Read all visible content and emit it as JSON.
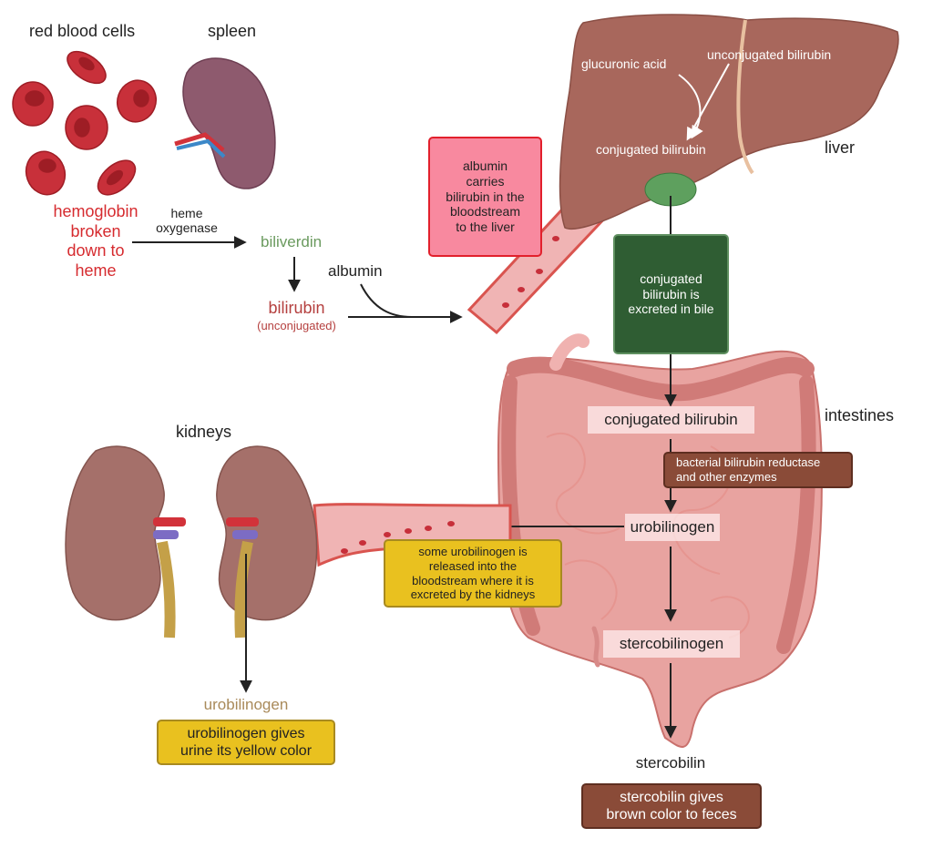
{
  "title": "Bilirubin metabolism pathway",
  "colors": {
    "hemoglobin_red": "#d62b2f",
    "biliverdin_green": "#6a9a5e",
    "bilirubin_red": "#b5403f",
    "urobilinogen_gold": "#a98a5a",
    "albumin_box_fill": "#f8899f",
    "albumin_box_border": "#e2202c",
    "bile_box_fill": "#2f5d33",
    "enzyme_box_fill": "#8a4b38",
    "yellow_box_fill": "#e9c11f",
    "liver": "#a8675c",
    "intestine": "#e8a3a0",
    "kidney": "#a5706a"
  },
  "organs": {
    "rbc": "red blood cells",
    "spleen": "spleen",
    "liver": "liver",
    "intestines": "intestines",
    "kidneys": "kidneys"
  },
  "steps": {
    "hemoglobin": [
      "hemoglobin",
      "broken",
      "down to",
      "heme"
    ],
    "heme_oxygenase": [
      "heme",
      "oxygenase"
    ],
    "biliverdin": "biliverdin",
    "bilirubin": "bilirubin",
    "bilirubin_note": "(unconjugated)",
    "albumin": "albumin",
    "glucuronic_acid": "glucuronic acid",
    "unconjugated_bilirubin": "unconjugated bilirubin",
    "conjugated_bilirubin_liver": "conjugated bilirubin",
    "conjugated_bilirubin_gut": "conjugated bilirubin",
    "urobilinogen_gut": "urobilinogen",
    "stercobilinogen": "stercobilinogen",
    "stercobilin": "stercobilin",
    "urobilinogen_urine": "urobilinogen"
  },
  "notes": {
    "albumin_box": [
      "albumin",
      "carries",
      "bilirubin in the",
      "bloodstream",
      "to the liver"
    ],
    "bile_box": [
      "conjugated",
      "bilirubin is",
      "excreted in bile"
    ],
    "enzyme_box": [
      "bacterial bilirubin reductase",
      "and other enzymes"
    ],
    "reabsorb_box": [
      "some urobilinogen is",
      "released into the",
      "bloodstream where it is",
      "excreted by the kidneys"
    ],
    "urine_box": [
      "urobilinogen gives",
      "urine its yellow color"
    ],
    "feces_box": [
      "stercobilin gives",
      "brown color to feces"
    ]
  }
}
